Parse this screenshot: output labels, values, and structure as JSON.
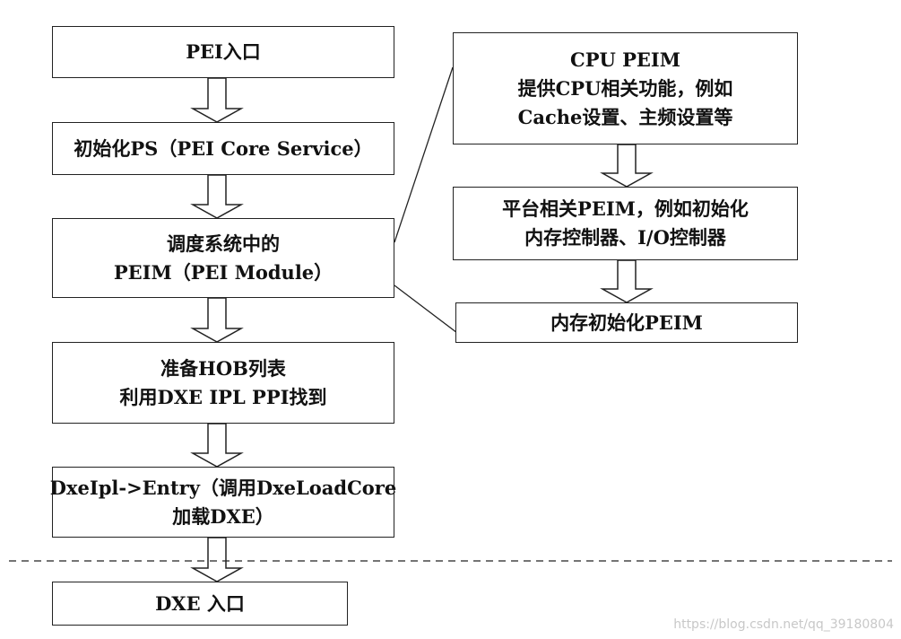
{
  "boxes": {
    "pei_entry": [
      "PEI入口"
    ],
    "init_ps": [
      "初始化PS（PEI Core Service）"
    ],
    "dispatch_peim": [
      "调度系统中的",
      "PEIM（PEI Module）"
    ],
    "prepare_hob": [
      "准备HOB列表",
      "利用DXE IPL PPI找到"
    ],
    "dxeipl_entry": [
      "DxeIpl->Entry（调用DxeLoadCore",
      "加载DXE）"
    ],
    "dxe_entry": [
      "DXE 入口"
    ],
    "cpu_peim": [
      "CPU PEIM",
      "提供CPU相关功能，例如",
      "Cache设置、主频设置等"
    ],
    "platform_peim": [
      "平台相关PEIM，例如初始化",
      "内存控制器、I/O控制器"
    ],
    "memory_init_peim": [
      "内存初始化PEIM"
    ]
  },
  "watermark": "https://blog.csdn.net/qq_39180804"
}
